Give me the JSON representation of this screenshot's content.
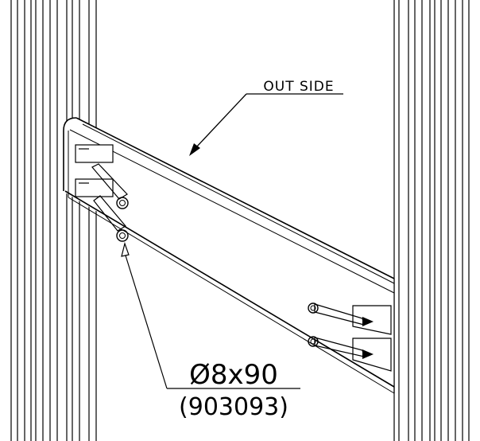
{
  "labels": {
    "side": "OUT SIDE",
    "size": "Ø8x90",
    "part": "(903093)"
  },
  "icons": [
    "dowel-pin-icon",
    "leader-arrow-icon"
  ],
  "colors": {
    "ink": "#000000",
    "paper": "#ffffff"
  }
}
